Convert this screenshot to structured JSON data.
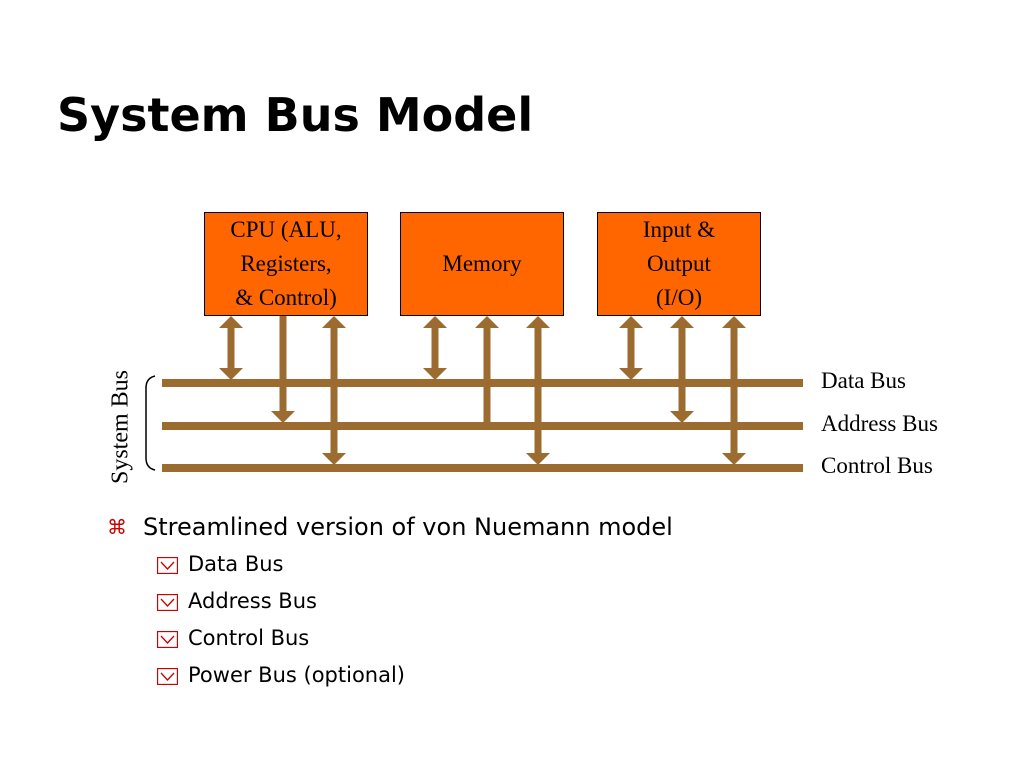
{
  "title": "System Bus Model",
  "components": {
    "cpu": "CPU (ALU,\nRegisters,\n& Control)",
    "memory": "Memory",
    "io": "Input &\nOutput\n(I/O)"
  },
  "buses": {
    "data": "Data Bus",
    "address": "Address Bus",
    "control": "Control Bus"
  },
  "system_bus_label": "System Bus",
  "bullets": {
    "main": "Streamlined version of von Nuemann model",
    "items": [
      "Data Bus",
      "Address Bus",
      "Control Bus",
      "Power Bus (optional)"
    ]
  },
  "colors": {
    "box_fill": "#FF6600",
    "bus_line": "#9C6B30",
    "bullet_mark": "#CC0000"
  }
}
